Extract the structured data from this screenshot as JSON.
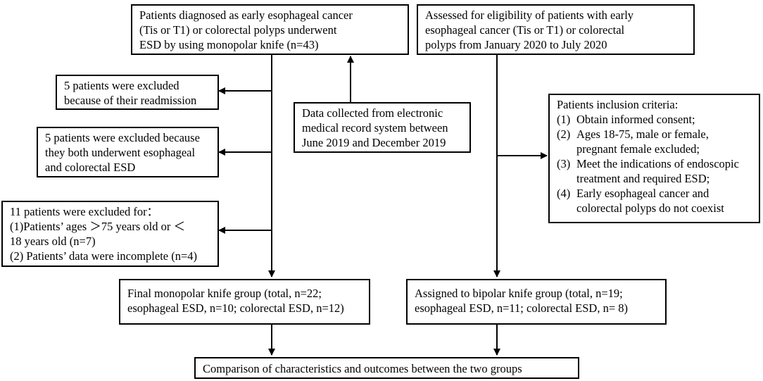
{
  "flowchart": {
    "box_top_left": {
      "lines": [
        "Patients diagnosed as early esophageal cancer",
        "(Tis or T1) or colorectal polyps underwent",
        "ESD by using monopolar knife (n=43)"
      ]
    },
    "box_top_right": {
      "lines": [
        "Assessed for eligibility of patients with early",
        "esophageal cancer (Tis or T1) or colorectal",
        "polyps from January 2020 to July 2020"
      ]
    },
    "box_exclusion_1": {
      "lines": [
        "5 patients were excluded",
        "because of their readmission"
      ]
    },
    "box_data_source": {
      "lines": [
        "Data collected from electronic",
        "medical record system between",
        "June 2019 and December 2019"
      ]
    },
    "box_exclusion_2": {
      "lines": [
        "5 patients were excluded because",
        "they both underwent esophageal",
        "and colorectal ESD"
      ]
    },
    "box_exclusion_3": {
      "lines": [
        "11 patients were excluded for：",
        "(1)Patients’ ages ＞75 years old or ＜",
        "18 years old (n=7)",
        "(2) Patients’ data were incomplete (n=4)"
      ]
    },
    "box_inclusion": {
      "title": "Patients inclusion criteria:",
      "items": [
        {
          "num": "(1)",
          "lines": [
            "Obtain informed consent;"
          ]
        },
        {
          "num": "(2)",
          "lines": [
            "Ages 18-75, male or female,",
            "pregnant female excluded;"
          ]
        },
        {
          "num": "(3)",
          "lines": [
            "Meet the indications of endoscopic",
            "treatment and required ESD;"
          ]
        },
        {
          "num": "(4)",
          "lines": [
            "Early esophageal cancer and",
            "colorectal polyps do not coexist"
          ]
        }
      ]
    },
    "box_monopolar_group": {
      "lines": [
        "Final monopolar knife group (total, n=22;",
        "esophageal ESD, n=10; colorectal ESD, n=12)"
      ]
    },
    "box_bipolar_group": {
      "lines": [
        "Assigned to bipolar knife group (total, n=19;",
        "esophageal ESD, n=11; colorectal ESD, n= 8)"
      ]
    },
    "box_comparison": {
      "lines": [
        "Comparison of characteristics and outcomes between the two groups"
      ]
    }
  }
}
